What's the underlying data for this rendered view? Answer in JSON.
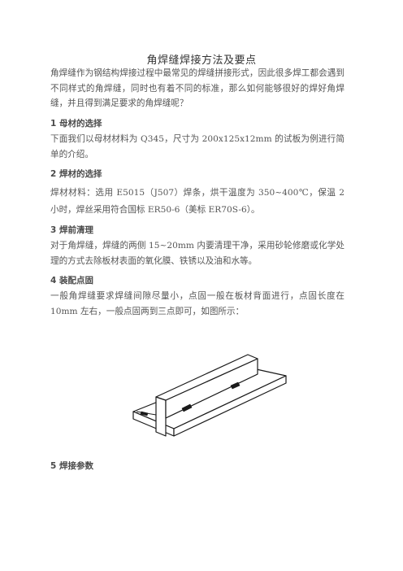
{
  "document": {
    "title": "角焊缝焊接方法及要点",
    "intro": "角焊缝作为钢结构焊接过程中最常见的焊缝拼接形式，因此很多焊工都会遇到不同样式的角焊缝，同时也有着不同的标准，那么如何能够很好的焊好角焊缝，并且得到满足要求的角焊缝呢？",
    "sections": [
      {
        "heading": "1 母材的选择",
        "text": "下面我们以母材材料为 Q345，尺寸为 200x125x12mm 的试板为例进行简单的介绍。"
      },
      {
        "heading": "2 焊材的选择",
        "text": "焊材材料：选用 E5015（J507）焊条，烘干温度为 350~400℃，保温 2 小时，焊丝采用符合国标 ER50-6（美标 ER70S-6）。"
      },
      {
        "heading": "3 焊前清理",
        "text": "对于角焊缝，焊缝的两侧 15~20mm 内要清理干净，采用砂轮修磨或化学处理的方式去除板材表面的氧化膜、铁锈以及油和水等。"
      },
      {
        "heading": "4 装配点固",
        "text": "一般角焊缝要求焊缝间隙尽量小，点固一般在板材背面进行，点固长度在 10mm 左右，一般点固两到三点即可，如图所示："
      },
      {
        "heading": "5 焊接参数"
      }
    ]
  }
}
